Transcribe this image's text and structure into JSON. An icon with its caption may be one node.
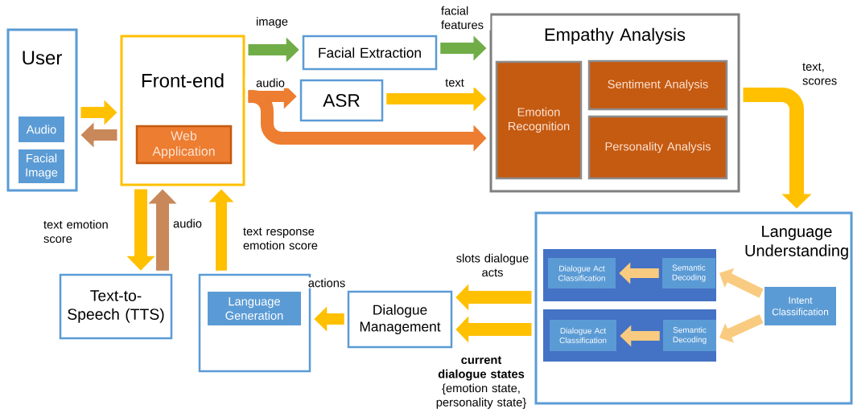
{
  "diagram": {
    "nodes": [
      {
        "text": [
          "User"
        ]
      },
      {
        "text": [
          "Audio"
        ],
        "in": 0
      },
      {
        "text": [
          "Facial Image"
        ],
        "in": 0
      },
      {
        "text": [
          "Front-end"
        ]
      },
      {
        "text": [
          "Web Application"
        ],
        "in": 3
      },
      {
        "text": [
          "Facial Extraction"
        ]
      },
      {
        "text": [
          "ASR"
        ]
      },
      {
        "text": [
          "Empathy Analysis"
        ]
      },
      {
        "text": [
          "Emotion Recognition"
        ],
        "in": 7
      },
      {
        "text": [
          "Sentiment Analysis"
        ],
        "in": 7
      },
      {
        "text": [
          "Personality Analysis"
        ],
        "in": 7
      },
      {
        "text": [
          "Language Understanding"
        ]
      },
      {
        "text": [],
        "shape": "box",
        "in": 11
      },
      {
        "text": [
          "Dialogue Act Classification"
        ],
        "in": 12
      },
      {
        "text": [
          "Semantic Decoding"
        ],
        "in": 12
      },
      {
        "text": [],
        "shape": "box",
        "in": 11
      },
      {
        "text": [
          "Dialogue Act Classification"
        ],
        "in": 15
      },
      {
        "text": [
          "Semantic Decoding"
        ],
        "in": 15
      },
      {
        "text": [
          "Intent Classification"
        ],
        "in": 11
      },
      {
        "text": [
          "Dialogue Management"
        ]
      },
      {
        "text": [],
        "shape": "box"
      },
      {
        "text": [
          "Language Generation"
        ],
        "in": 20
      },
      {
        "text": [
          "Text-to-Speech (TTS)"
        ]
      }
    ],
    "edges": [
      {
        "from": 0,
        "to": 3,
        "arrow": "to"
      },
      {
        "from": 3,
        "to": 0,
        "arrow": "to",
        "color": "#c9885a"
      },
      {
        "from": 3,
        "to": 5,
        "arrow": "to",
        "label": "image",
        "color": "#70ad47"
      },
      {
        "from": 5,
        "to": 7,
        "arrow": "to",
        "label": "facial features",
        "color": "#70ad47"
      },
      {
        "from": 3,
        "to": 6,
        "arrow": "to",
        "label": "audio",
        "color": "#ed7d31"
      },
      {
        "from": 6,
        "to": 7,
        "arrow": "to",
        "label": "text"
      },
      {
        "from": 3,
        "to": 7,
        "arrow": "to",
        "color": "#ed7d31"
      },
      {
        "from": 7,
        "to": 11,
        "arrow": "to",
        "label": "text, scores"
      },
      {
        "from": 14,
        "to": 13,
        "arrow": "to",
        "color": "#f9cb80"
      },
      {
        "from": 17,
        "to": 16,
        "arrow": "to",
        "color": "#f9cb80"
      },
      {
        "from": 18,
        "to": 12,
        "arrow": "to",
        "color": "#f9cb80"
      },
      {
        "from": 18,
        "to": 15,
        "arrow": "to",
        "color": "#f9cb80"
      },
      {
        "from": 11,
        "to": 19,
        "arrow": "to",
        "label": "slots dialogue acts"
      },
      {
        "from": 11,
        "to": 19,
        "arrow": "to",
        "label": "**current dialogue states** {emotion state, personality state}"
      },
      {
        "from": 19,
        "to": 20,
        "arrow": "to",
        "label": "actions"
      },
      {
        "from": 20,
        "to": 3,
        "arrow": "to",
        "label": "text response emotion score"
      },
      {
        "from": 3,
        "to": 22,
        "arrow": "to",
        "label": "text emotion score"
      },
      {
        "from": 22,
        "to": 3,
        "arrow": "to",
        "label": "audio",
        "color": "#c9885a"
      }
    ]
  }
}
